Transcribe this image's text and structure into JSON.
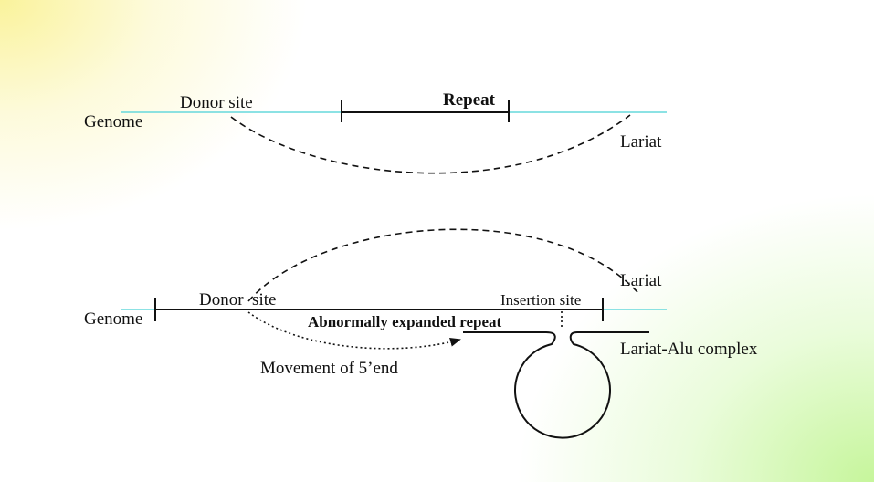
{
  "colors": {
    "genome_line": "#66d8dc",
    "ink": "#111111",
    "bg_top_left": "#faf296",
    "bg_bottom_right": "#c3f596"
  },
  "top_panel": {
    "genome_label": "Genome",
    "donor_label": "Donor site",
    "repeat_label": "Repeat",
    "lariat_label": "Lariat"
  },
  "bottom_panel": {
    "genome_label": "Genome",
    "donor_label": "Donor  site",
    "insertion_label": "Insertion site",
    "lariat_label": "Lariat",
    "expanded_repeat_label": "Abnormally expanded repeat",
    "complex_label": "Lariat-Alu complex",
    "movement_label": "Movement of 5’end"
  }
}
